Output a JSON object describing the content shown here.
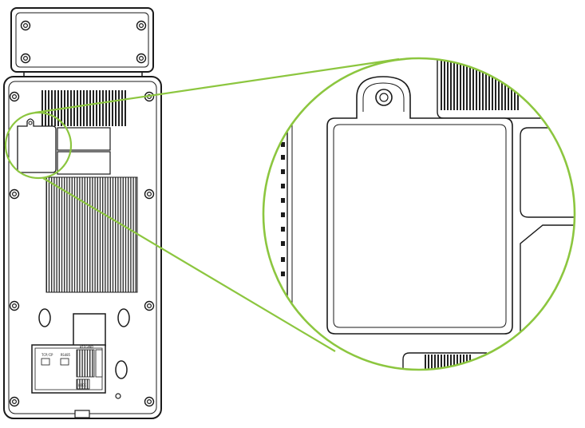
{
  "diagram": {
    "subject": "device rear panel with magnified view of cover plate",
    "colors": {
      "line": "#1a1a1a",
      "fill": "#ffffff",
      "magnifier": "#8cc63f",
      "vent": "#222222"
    },
    "terminal_labels": {
      "left_block": "TCP/IP",
      "middle_block": "RS485",
      "right_block": "WIEGAND",
      "lower_block": "LOCK"
    },
    "icons": {
      "screw": "screw-icon",
      "magnifier": "magnifier-circle"
    }
  }
}
